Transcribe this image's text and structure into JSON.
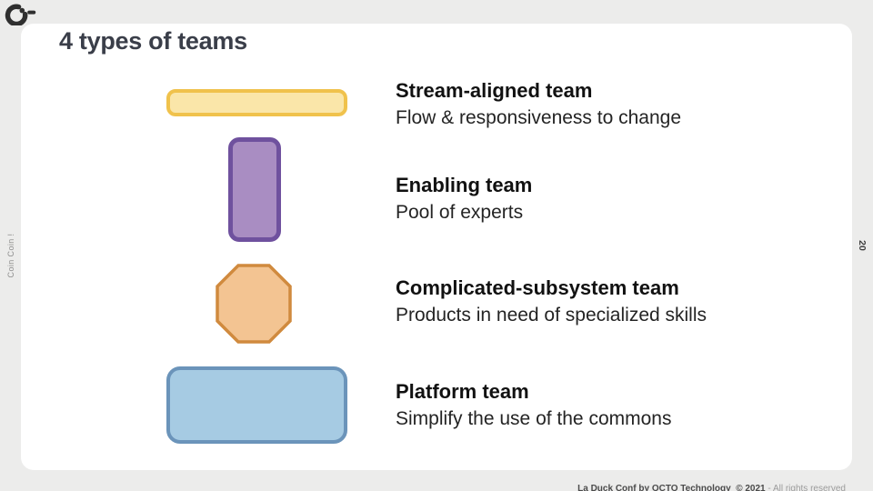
{
  "slide": {
    "title": "4 types of teams",
    "page_number": "20",
    "side_label": "Coin Coin !",
    "footer": {
      "bold": "La Duck Conf by OCTO Technology  © 2021",
      "light": " - All rights reserved"
    },
    "logo": {
      "name": "octo-la-duck-conf-logo",
      "color": "#2F2F2F"
    },
    "colors": {
      "background": "#ECECEB",
      "card": "#FFFFFF",
      "title_text": "#3A3E49"
    },
    "teams": [
      {
        "name": "Stream-aligned team",
        "description": "Flow & responsiveness to change",
        "shape": "wide-rounded-bar",
        "fill": "#FAE6A9",
        "border": "#F0C24C"
      },
      {
        "name": "Enabling team",
        "description": "Pool of experts",
        "shape": "tall-rounded-rect",
        "fill": "#A98DC2",
        "border": "#6F519E"
      },
      {
        "name": "Complicated-subsystem team",
        "description": "Products in need of specialized skills",
        "shape": "octagon",
        "fill": "#F3C492",
        "border": "#D08A3E"
      },
      {
        "name": "Platform team",
        "description": "Simplify the use of the commons",
        "shape": "wide-rounded-rect",
        "fill": "#A6CBE3",
        "border": "#6B94BA"
      }
    ]
  }
}
